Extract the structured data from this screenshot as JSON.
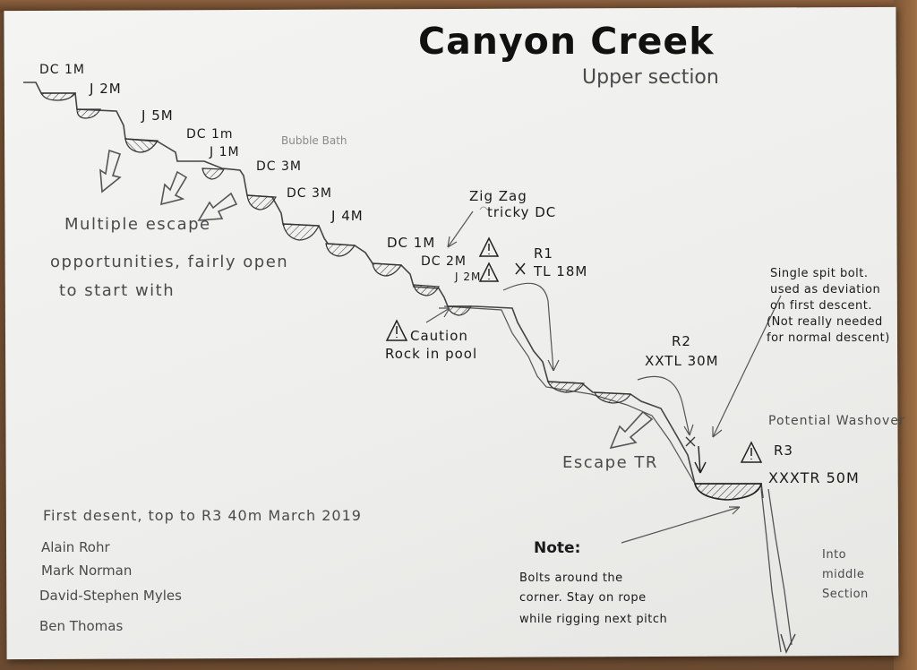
{
  "title": "Canyon Creek",
  "subtitle": "Upper section",
  "obstacles": [
    {
      "label": "DC 1M"
    },
    {
      "label": "J 2M"
    },
    {
      "label": "J 5M"
    },
    {
      "label": "DC 1m"
    },
    {
      "label": "J 1M"
    },
    {
      "label": "Bubble Bath"
    },
    {
      "label": "DC 3M"
    },
    {
      "label": "DC 3M"
    },
    {
      "label": "J 4M"
    },
    {
      "label": "DC 1M"
    },
    {
      "label": "DC 2M"
    },
    {
      "label": "J 2M"
    }
  ],
  "annotations": {
    "zigzag": "Zig Zag",
    "tricky": "tricky DC",
    "escape_line1": "Multiple escape",
    "escape_line2": "opportunities, fairly open",
    "escape_line3": "to start with",
    "caution_line1": "Caution",
    "caution_line2": "Rock in pool",
    "escape_tr": "Escape TR",
    "bolt_line1": "Single spit bolt.",
    "bolt_line2": "used as deviation",
    "bolt_line3": "on first descent.",
    "bolt_line4": "(Not really needed",
    "bolt_line5": "for normal descent)",
    "washover": "Potential Washover",
    "into_line1": "Into",
    "into_line2": "middle",
    "into_line3": "Section",
    "note_title": "Note:",
    "note_line1": "Bolts around the",
    "note_line2": "corner. Stay on rope",
    "note_line3": "while rigging next pitch"
  },
  "rappels": {
    "r1_name": "R1",
    "r1_detail": "TL 18M",
    "r2_name": "R2",
    "r2_detail": "XXTL 30M",
    "r3_name": "R3",
    "r3_detail": "XXXTR 50M"
  },
  "credits": {
    "heading": "First desent, top to R3 40m  March 2019",
    "names": [
      "Alain Rohr",
      "Mark Norman",
      "David-Stephen Myles",
      "Ben Thomas"
    ]
  }
}
